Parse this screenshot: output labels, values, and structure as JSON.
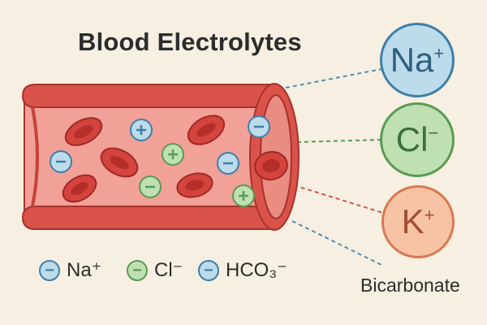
{
  "title": "Blood Electrolytes",
  "ions": [
    {
      "symbol": "Na",
      "charge": "+",
      "fill": "#bcdbeb",
      "stroke": "#3f7fa6",
      "text": "#2f5f80"
    },
    {
      "symbol": "Cl",
      "charge": "−",
      "fill": "#bfe0b2",
      "stroke": "#5b9a54",
      "text": "#3e6f39"
    },
    {
      "symbol": "K",
      "charge": "+",
      "fill": "#f6c3a4",
      "stroke": "#d77a52",
      "text": "#a24f33"
    }
  ],
  "bicarbonate_label": "Bicarbonate",
  "legend": [
    {
      "badge": "−",
      "label": "Na⁺",
      "fill": "#bcdbeb",
      "stroke": "#3f7fa6"
    },
    {
      "badge": "−",
      "label": "Cl⁻",
      "fill": "#bfe0b2",
      "stroke": "#5b9a54"
    },
    {
      "badge": "−",
      "label": "HCO₃⁻",
      "fill": "#bcdbeb",
      "stroke": "#3f7fa6"
    }
  ],
  "vessel_particles": [
    {
      "kind": "plus",
      "color": "blue"
    },
    {
      "kind": "minus",
      "color": "blue"
    },
    {
      "kind": "minus",
      "color": "blue"
    },
    {
      "kind": "plus",
      "color": "green"
    },
    {
      "kind": "minus",
      "color": "blue"
    },
    {
      "kind": "minus",
      "color": "green"
    },
    {
      "kind": "plus",
      "color": "green"
    }
  ],
  "colors": {
    "vessel_outer": "#d9534a",
    "vessel_inner": "#f1a197",
    "vessel_wall": "#c8413a",
    "rbc": "#d4443d",
    "rbc_center": "#b52f2a",
    "background": "#f6efe2"
  }
}
